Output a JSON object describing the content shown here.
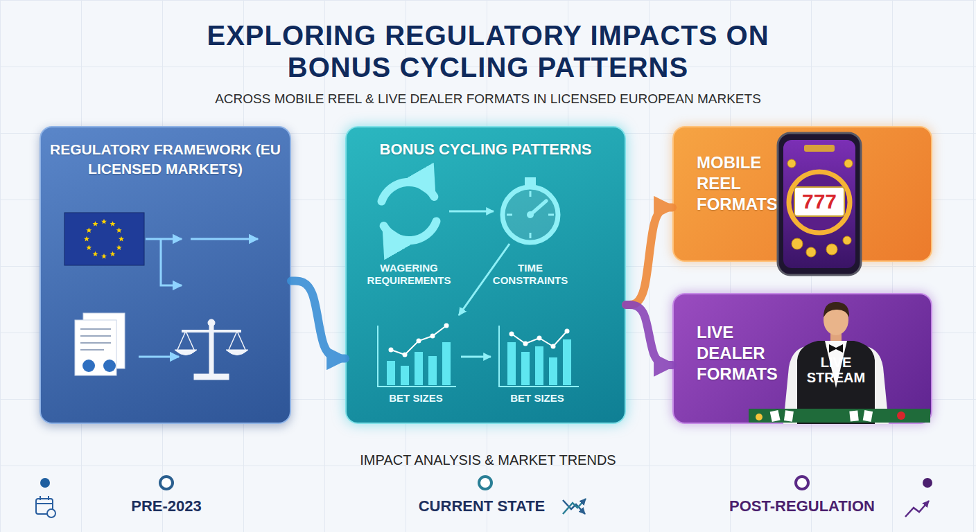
{
  "diagram": {
    "title": "EXPLORING REGULATORY IMPACTS ON BONUS CYCLING PATTERNS",
    "nodes": [
      {
        "text": [
          "REGULATORY FRAMEWORK (EU LICENSED MARKETS)"
        ]
      },
      {
        "text": [
          "BONUS CYCLING PATTERNS"
        ]
      },
      {
        "text": [
          "MOBILE REEL FORMATS"
        ]
      },
      {
        "text": [
          "LIVE DEALER FORMATS"
        ]
      }
    ],
    "edges": [
      {
        "from": 0,
        "to": 1,
        "arrow": "to"
      },
      {
        "from": 1,
        "to": 2,
        "arrow": "to"
      },
      {
        "from": 1,
        "to": 3,
        "arrow": "to"
      }
    ],
    "labels": [
      "ACROSS MOBILE REEL & LIVE DEALER FORMATS IN LICENSED EUROPEAN MARKETS",
      "WAGERING REQUIREMENTS",
      "TIME CONSTRAINTS",
      "BET SIZES",
      "BET SIZES",
      "777",
      "LIVE STREAM",
      "IMPACT ANALYSIS & MARKET TRENDS",
      "PRE-2023",
      "CURRENT STATE",
      "POST-REGULATION"
    ]
  }
}
